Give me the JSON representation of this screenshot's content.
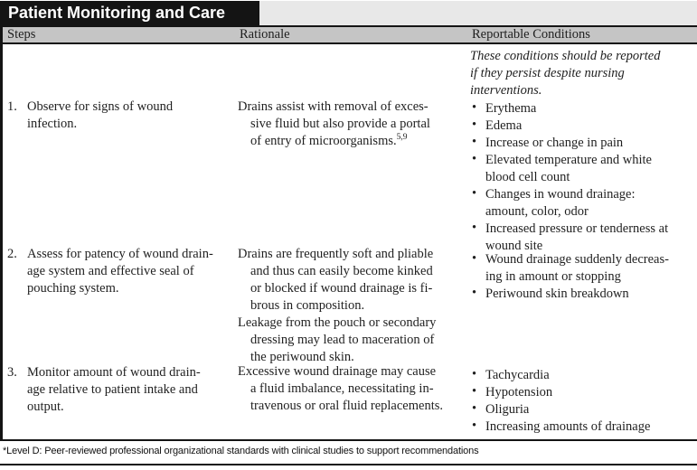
{
  "title": "Patient Monitoring and Care",
  "glyphs": {
    "bullet": "•"
  },
  "colors": {
    "title_bar_bg": "#141414",
    "title_text": "#ffffff",
    "title_strip_bg": "#e8e8e8",
    "header_row_bg": "#c5c5c5",
    "border": "#141414",
    "body_text": "#1f1f1f"
  },
  "table": {
    "columns": [
      {
        "label": "Steps"
      },
      {
        "label": "Rationale"
      },
      {
        "label": "Reportable Conditions"
      }
    ],
    "intro_note": "These conditions should be reported\nif they persist despite nursing\ninterventions.",
    "rows": [
      {
        "step": {
          "number": "1.",
          "text": "Observe for signs of wound\ninfection."
        },
        "rationale": [
          {
            "text": "Drains assist with removal of exces-\nsive fluid but also provide a portal\nof entry of microorganisms.",
            "citation": "5,9"
          }
        ],
        "conditions": [
          "Erythema",
          "Edema",
          "Increase or change in pain",
          "Elevated temperature and white\nblood cell count",
          "Changes in wound drainage:\namount, color, odor",
          "Increased pressure or tenderness at\nwound site"
        ]
      },
      {
        "step": {
          "number": "2.",
          "text": "Assess for patency of wound drain-\nage system and effective seal of\npouching system."
        },
        "rationale": [
          {
            "text": "Drains are frequently soft and pliable\nand thus can easily become kinked\nor blocked if wound drainage is fi-\nbrous in composition."
          },
          {
            "text": "Leakage from the pouch or secondary\ndressing may lead to maceration of\nthe periwound skin."
          }
        ],
        "conditions": [
          "Wound drainage suddenly decreas-\ning in amount or stopping",
          "Periwound skin breakdown"
        ]
      },
      {
        "step": {
          "number": "3.",
          "text": "Monitor amount of wound drain-\nage relative to patient intake and\noutput."
        },
        "rationale": [
          {
            "text": "Excessive wound drainage may cause\na fluid imbalance, necessitating in-\ntravenous or oral fluid replacements."
          }
        ],
        "conditions": [
          "Tachycardia",
          "Hypotension",
          "Oliguria",
          "Increasing amounts of drainage"
        ]
      }
    ]
  },
  "footnote": "*Level D: Peer-reviewed professional organizational standards with clinical studies to support recommendations"
}
